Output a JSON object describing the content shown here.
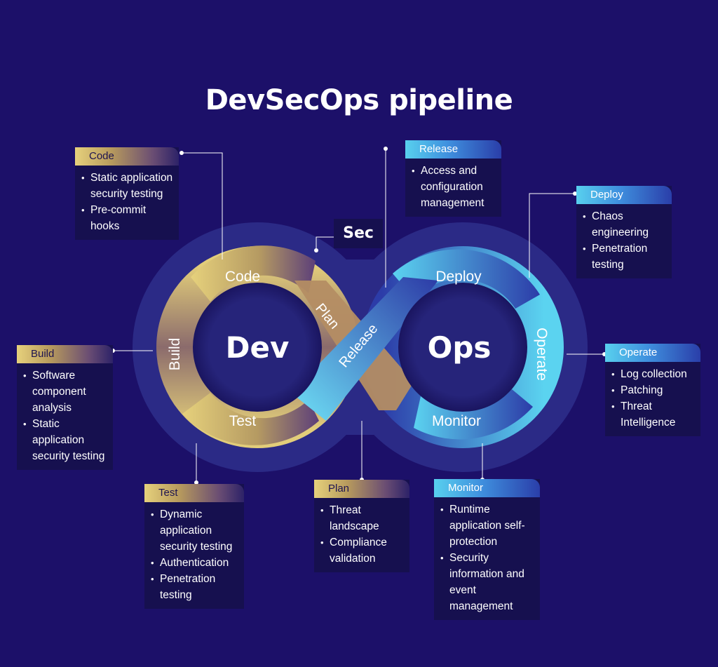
{
  "title": "DevSecOps pipeline",
  "loop": {
    "dev_label": "Dev",
    "ops_label": "Ops",
    "sec_label": "Sec",
    "stages": {
      "code": "Code",
      "build": "Build",
      "test": "Test",
      "plan": "Plan",
      "release": "Release",
      "deploy": "Deploy",
      "operate": "Operate",
      "monitor": "Monitor"
    }
  },
  "cards": {
    "code": {
      "title": "Code",
      "items": [
        "Static application security testing",
        "Pre-commit hooks"
      ]
    },
    "build": {
      "title": "Build",
      "items": [
        "Software component analysis",
        "Static application security testing"
      ]
    },
    "test": {
      "title": "Test",
      "items": [
        "Dynamic application security testing",
        "Authentication",
        "Penetration testing"
      ]
    },
    "plan": {
      "title": "Plan",
      "items": [
        "Threat landscape",
        "Compliance validation"
      ]
    },
    "release": {
      "title": "Release",
      "items": [
        "Access and configuration management"
      ]
    },
    "deploy": {
      "title": "Deploy",
      "items": [
        "Chaos engineering",
        "Penetration testing"
      ]
    },
    "operate": {
      "title": "Operate",
      "items": [
        "Log collection",
        "Patching",
        "Threat Intelligence"
      ]
    },
    "monitor": {
      "title": "Monitor",
      "items": [
        "Runtime application self-protection",
        "Security information and event management"
      ]
    }
  },
  "colors": {
    "background": "#1c1069",
    "card": "#16104f",
    "dev_gold": "#e6d17c",
    "ops_cyan": "#58d0ee",
    "loop_band": "#2b2a86"
  }
}
